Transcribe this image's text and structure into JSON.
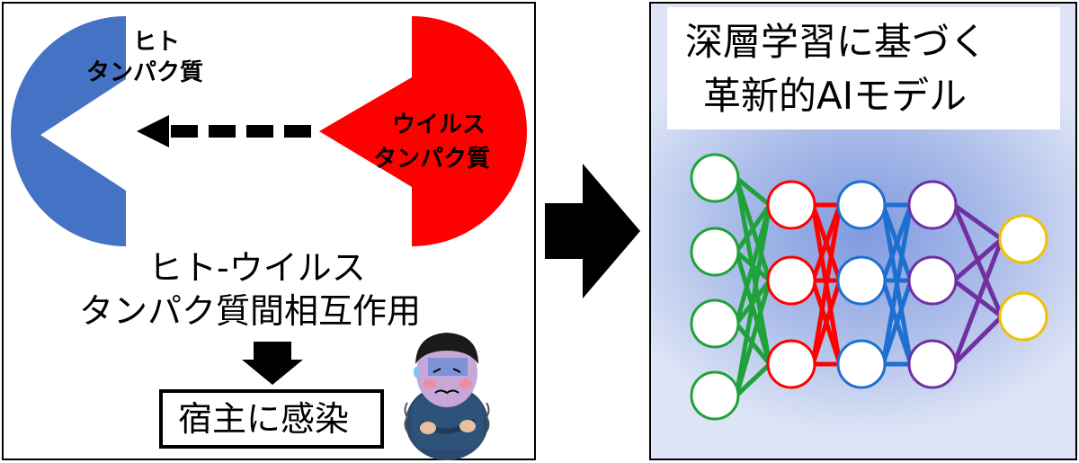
{
  "left": {
    "human_protein_label": [
      "ヒト",
      "タンパク質"
    ],
    "virus_protein_label": [
      "ウイルス",
      "タンパク質"
    ],
    "interaction_label": [
      "ヒト-ウイルス",
      "タンパク質間相互作用"
    ],
    "infection_label": "宿主に感染"
  },
  "right": {
    "title": [
      "深層学習に基づく",
      "革新的AIモデル"
    ]
  },
  "colors": {
    "human_protein": "#4472c4",
    "virus_protein": "#ff0000",
    "layer_input": "#1fa23a",
    "layer_hidden1": "#ff0000",
    "layer_hidden2": "#1e6fcf",
    "layer_hidden3": "#7030a0",
    "layer_output": "#f0c000"
  },
  "network": {
    "layers": [
      4,
      3,
      3,
      3,
      2
    ]
  }
}
